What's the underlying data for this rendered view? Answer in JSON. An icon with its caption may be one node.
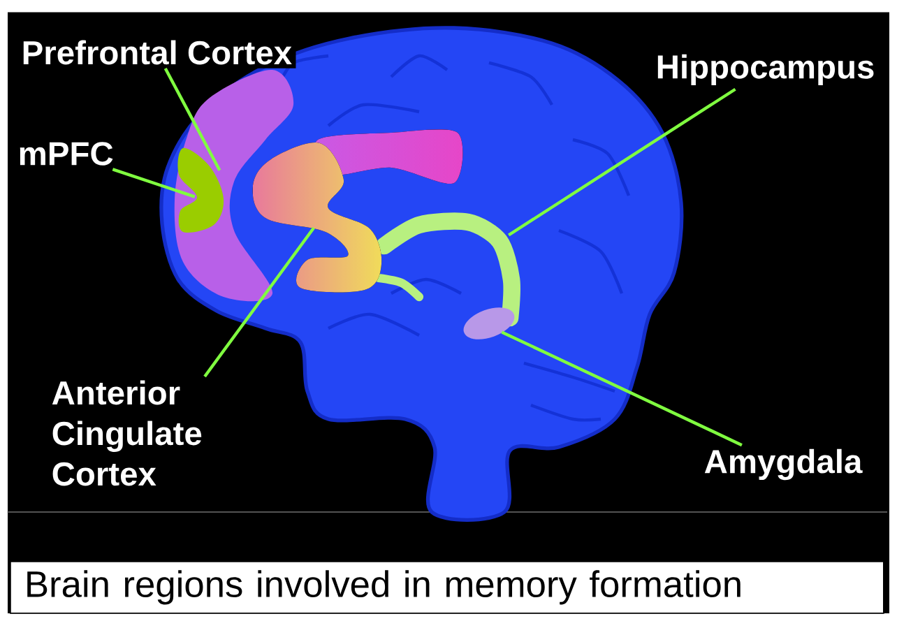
{
  "diagram": {
    "caption": "Brain regions involved in memory formation",
    "nodes": [
      {
        "text": [
          "Prefrontal Cortex"
        ]
      },
      {
        "text": [
          "Hippocampus"
        ]
      },
      {
        "text": [
          "mPFC"
        ]
      },
      {
        "text": [
          "Anterior Cingulate Cortex"
        ]
      },
      {
        "text": [
          "Amygdala"
        ]
      },
      {
        "text": [],
        "shape": "picture"
      },
      {
        "text": [],
        "shape": "picture"
      },
      {
        "text": [],
        "shape": "picture",
        "in": 5
      },
      {
        "text": [],
        "shape": "picture"
      },
      {
        "text": [],
        "shape": "picture"
      }
    ],
    "edges": [
      {
        "from": 0,
        "to": 5,
        "arrow": "none"
      },
      {
        "from": 1,
        "to": 6,
        "arrow": "none"
      },
      {
        "from": 2,
        "to": 7,
        "arrow": "none"
      },
      {
        "from": 3,
        "to": 8,
        "arrow": "none"
      },
      {
        "from": 4,
        "to": 9,
        "arrow": "none"
      }
    ]
  }
}
